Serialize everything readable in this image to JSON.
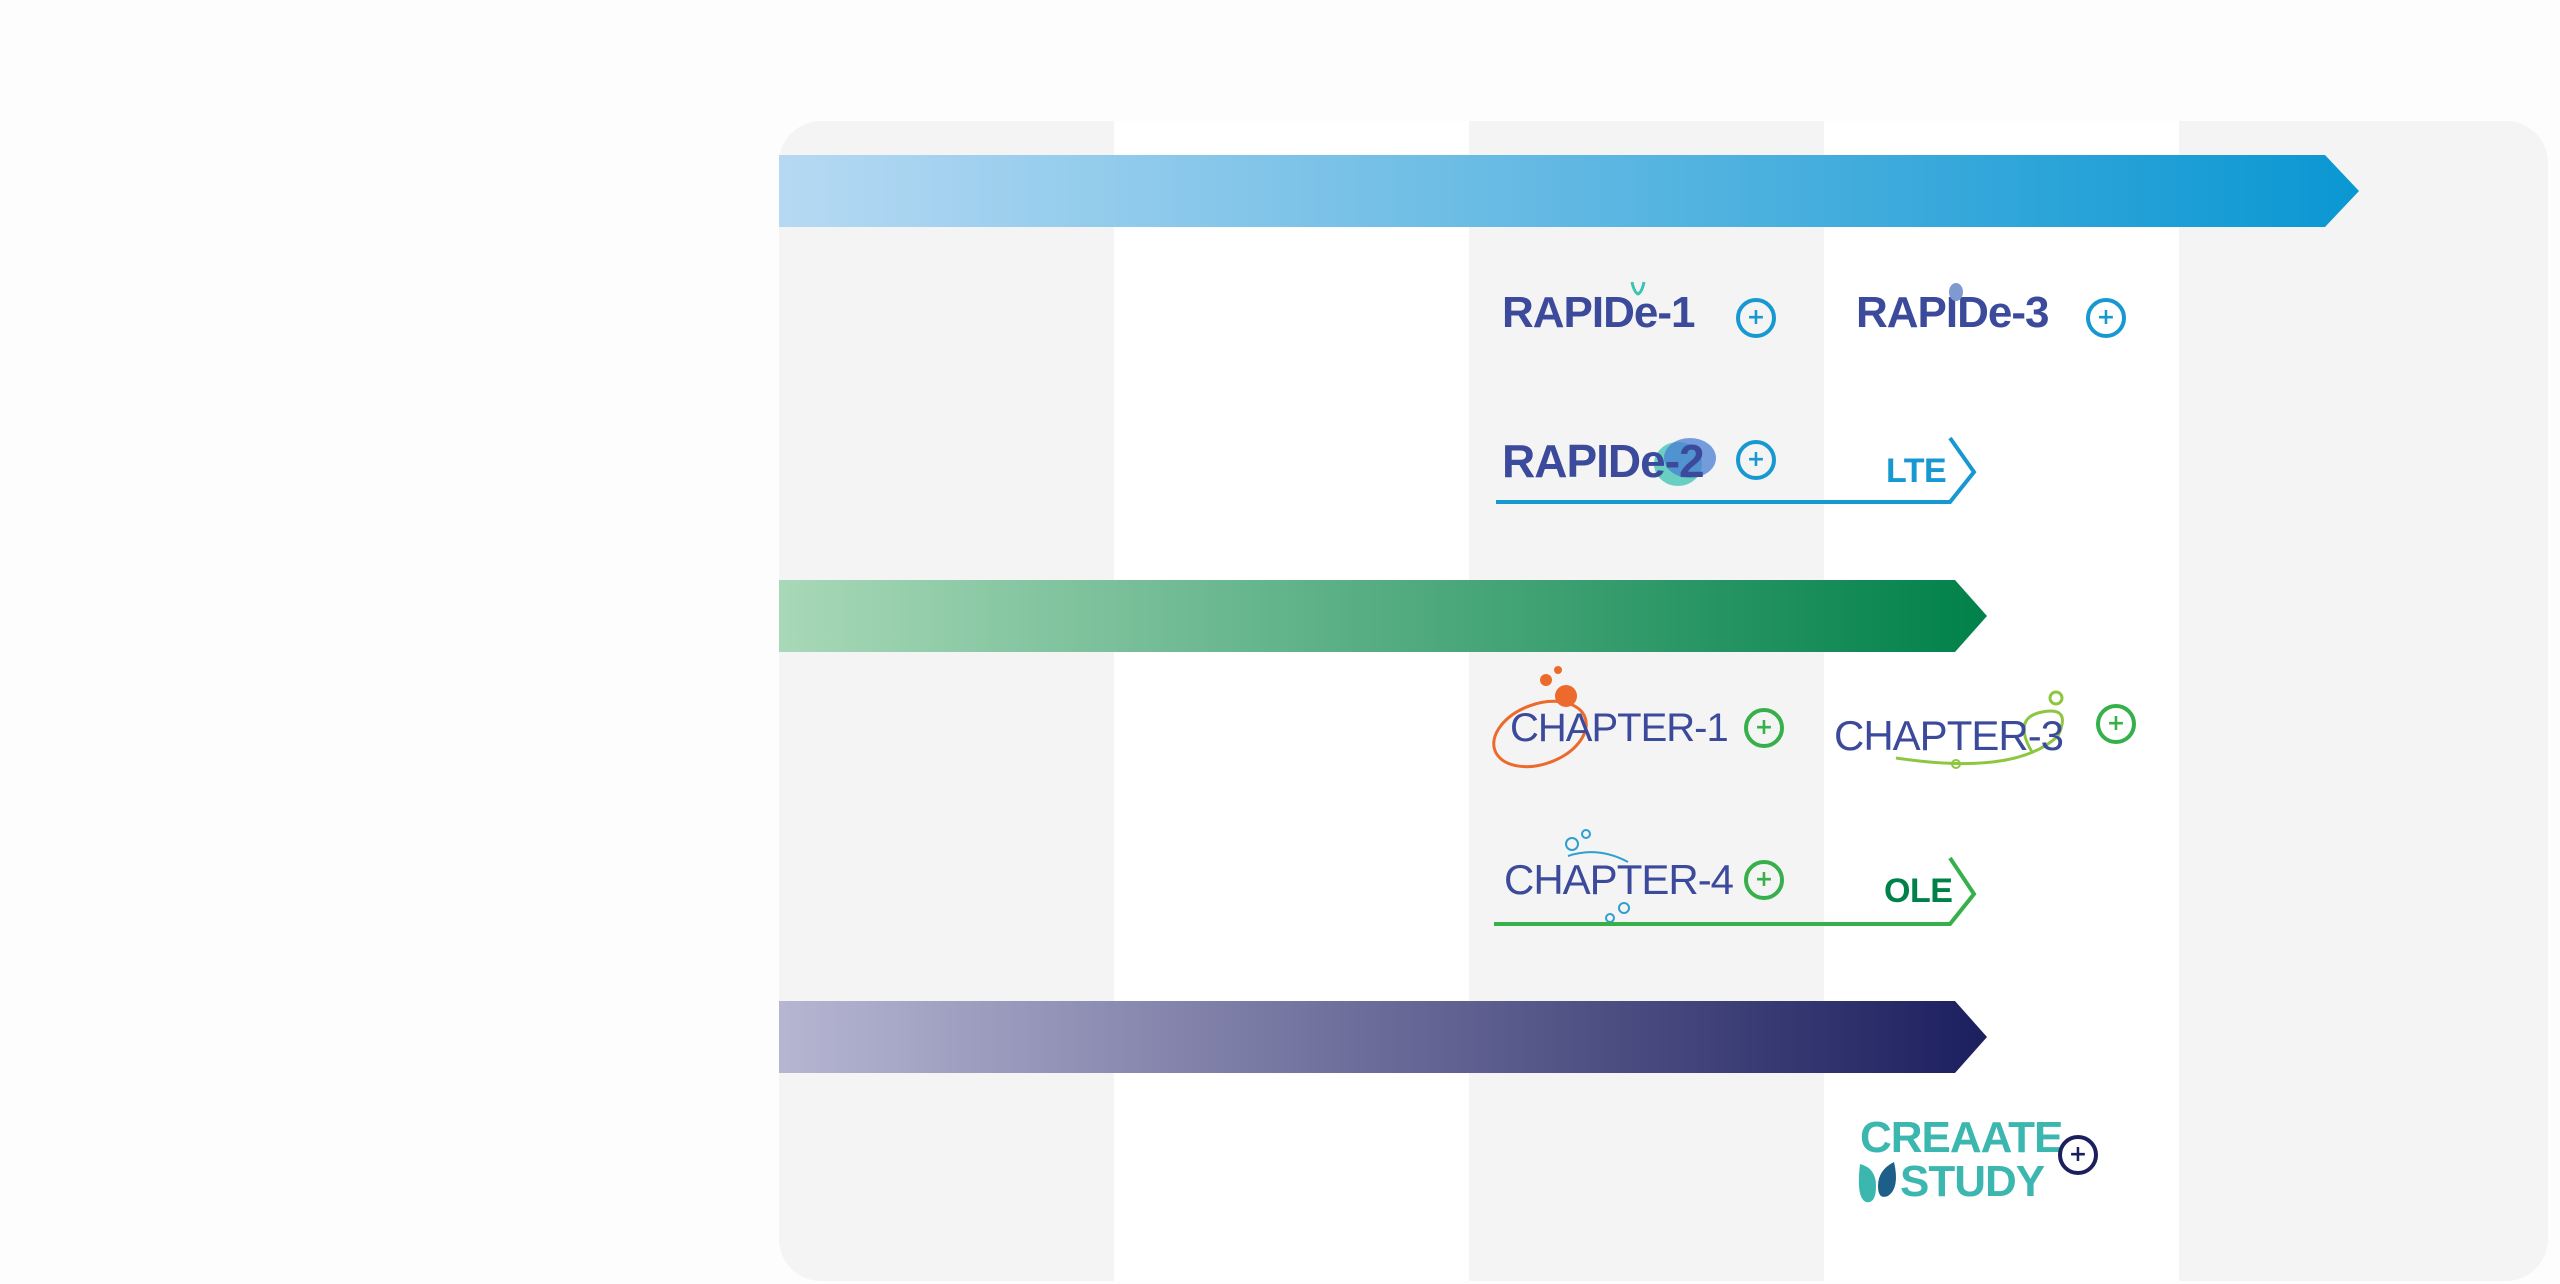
{
  "programs": {
    "rapide": {
      "colors": {
        "start": "#b6d9f3",
        "end": "#0a97d2",
        "accent": "#1798d0",
        "text": "#3c4a9b"
      },
      "studies": [
        {
          "label": "RAPIDe-1"
        },
        {
          "label": "RAPIDe-2"
        },
        {
          "label": "RAPIDe-3"
        }
      ],
      "extension_label": "LTE"
    },
    "chapter": {
      "colors": {
        "start": "#a8d8b8",
        "end": "#01814a",
        "accent": "#35b04a"
      },
      "studies": [
        {
          "label": "CHAPTER-1"
        },
        {
          "label": "CHAPTER-3"
        },
        {
          "label": "CHAPTER-4"
        }
      ],
      "extension_label": "OLE"
    },
    "creaate": {
      "colors": {
        "start": "#b6b6d2",
        "end": "#1c1f5e",
        "accent": "#1c1f5e",
        "text": "#3cb7b0"
      },
      "study_line1": "CREAATE",
      "study_line2": "STUDY"
    }
  },
  "icons": {
    "expand": "plus-circle-icon"
  }
}
